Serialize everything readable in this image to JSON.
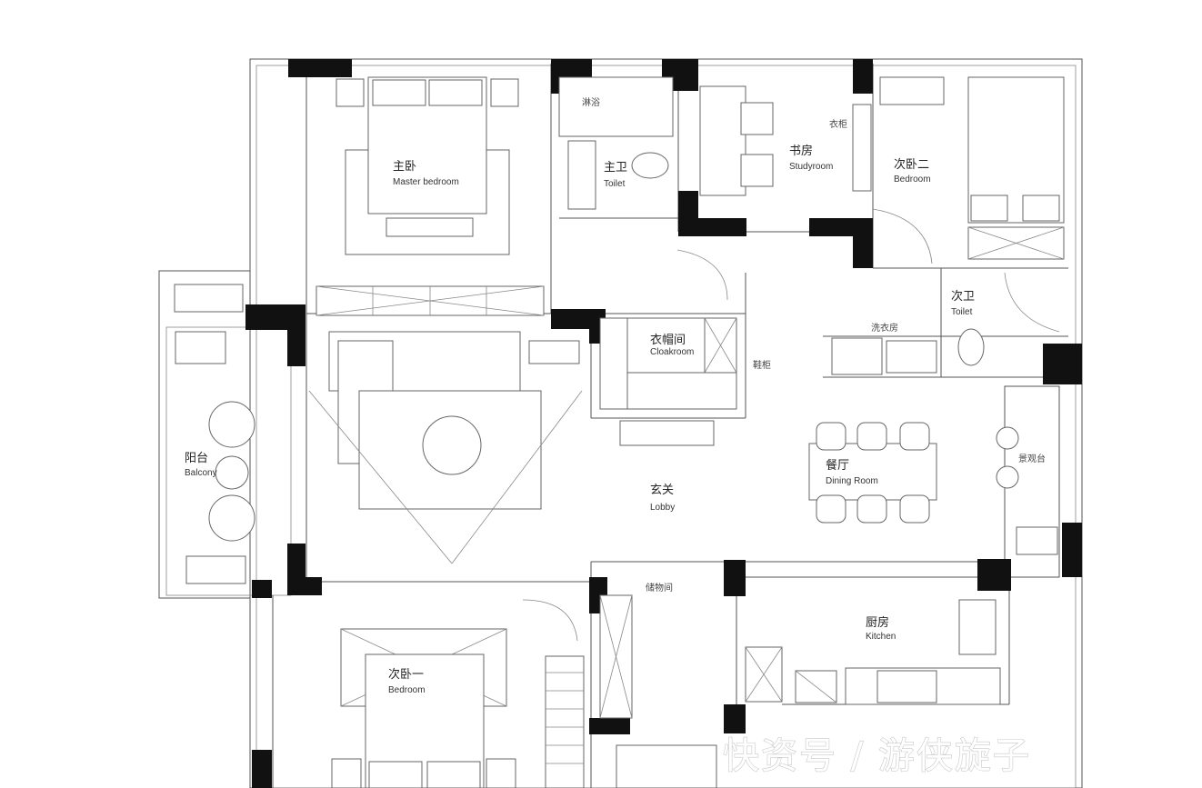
{
  "rooms": {
    "master_bedroom": {
      "cn": "主卧",
      "en": "Master bedroom"
    },
    "master_toilet": {
      "cn": "主卫",
      "en": "Toilet"
    },
    "study": {
      "cn": "书房",
      "en": "Studyroom"
    },
    "bedroom2": {
      "cn": "次卧二",
      "en": "Bedroom"
    },
    "balcony": {
      "cn": "阳台",
      "en": "Balcony"
    },
    "cloakroom": {
      "cn": "衣帽间",
      "en": "Cloakroom"
    },
    "toilet2": {
      "cn": "次卫",
      "en": "Toilet"
    },
    "lobby": {
      "cn": "玄关",
      "en": "Lobby"
    },
    "dining": {
      "cn": "餐厅",
      "en": "Dining Room"
    },
    "kitchen": {
      "cn": "厨房",
      "en": "Kitchen"
    },
    "bedroom1": {
      "cn": "次卧一",
      "en": "Bedroom"
    }
  },
  "small_labels": {
    "shoe_cabinet": "鞋柜",
    "utility": "储物间",
    "laundry": "洗衣房",
    "side_balcony": "景观台",
    "closet": "衣柜",
    "toilet_label": "淋浴"
  },
  "watermark": "快资号 / 游侠旋子"
}
